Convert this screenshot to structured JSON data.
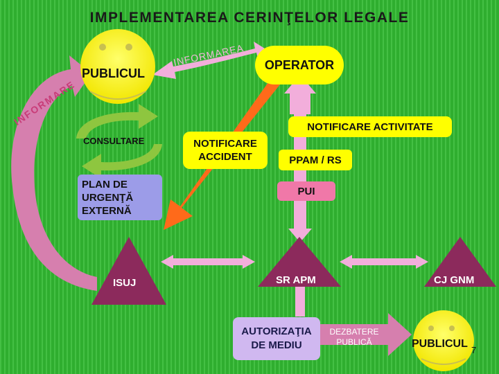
{
  "title": "IMPLEMENTAREA CERINŢELOR LEGALE",
  "nodes": {
    "publicul_top": "PUBLICUL",
    "operator": "OPERATOR",
    "consultare": "CONSULTARE",
    "notificare_accident": "NOTIFICARE ACCIDENT",
    "notificare_activitate": "NOTIFICARE ACTIVITATE",
    "ppam_rs": "PPAM / RS",
    "pui": "PUI",
    "plan_urgenta": "PLAN DE URGENŢĂ EXTERNĂ",
    "isuj": "ISUJ",
    "sr_apm": "SR APM",
    "cj_gnm": "CJ GNM",
    "autorizatia": "AUTORIZAŢIA DE MEDIU",
    "dezbatere": "DEZBATERE PUBLICĂ",
    "publicul_bottom": "PUBLICUL",
    "slide_number": "7"
  },
  "arrow_labels": {
    "informarea": "INFORMAREA",
    "informare": "INFORMARE"
  },
  "colors": {
    "background": "#2fae2f",
    "stripe": "#44c044",
    "box_yellow": "#ffff00",
    "box_pink": "#f078a8",
    "box_blue": "#9c9ce8",
    "box_lavender": "#d0b8f0",
    "triangle": "#8c2a5c",
    "arrow_pink": "#d67fae",
    "arrow_orange": "#ff6a1a",
    "arrow_lime": "#8ec63f",
    "arrow_light_pink": "#f2aedb"
  }
}
